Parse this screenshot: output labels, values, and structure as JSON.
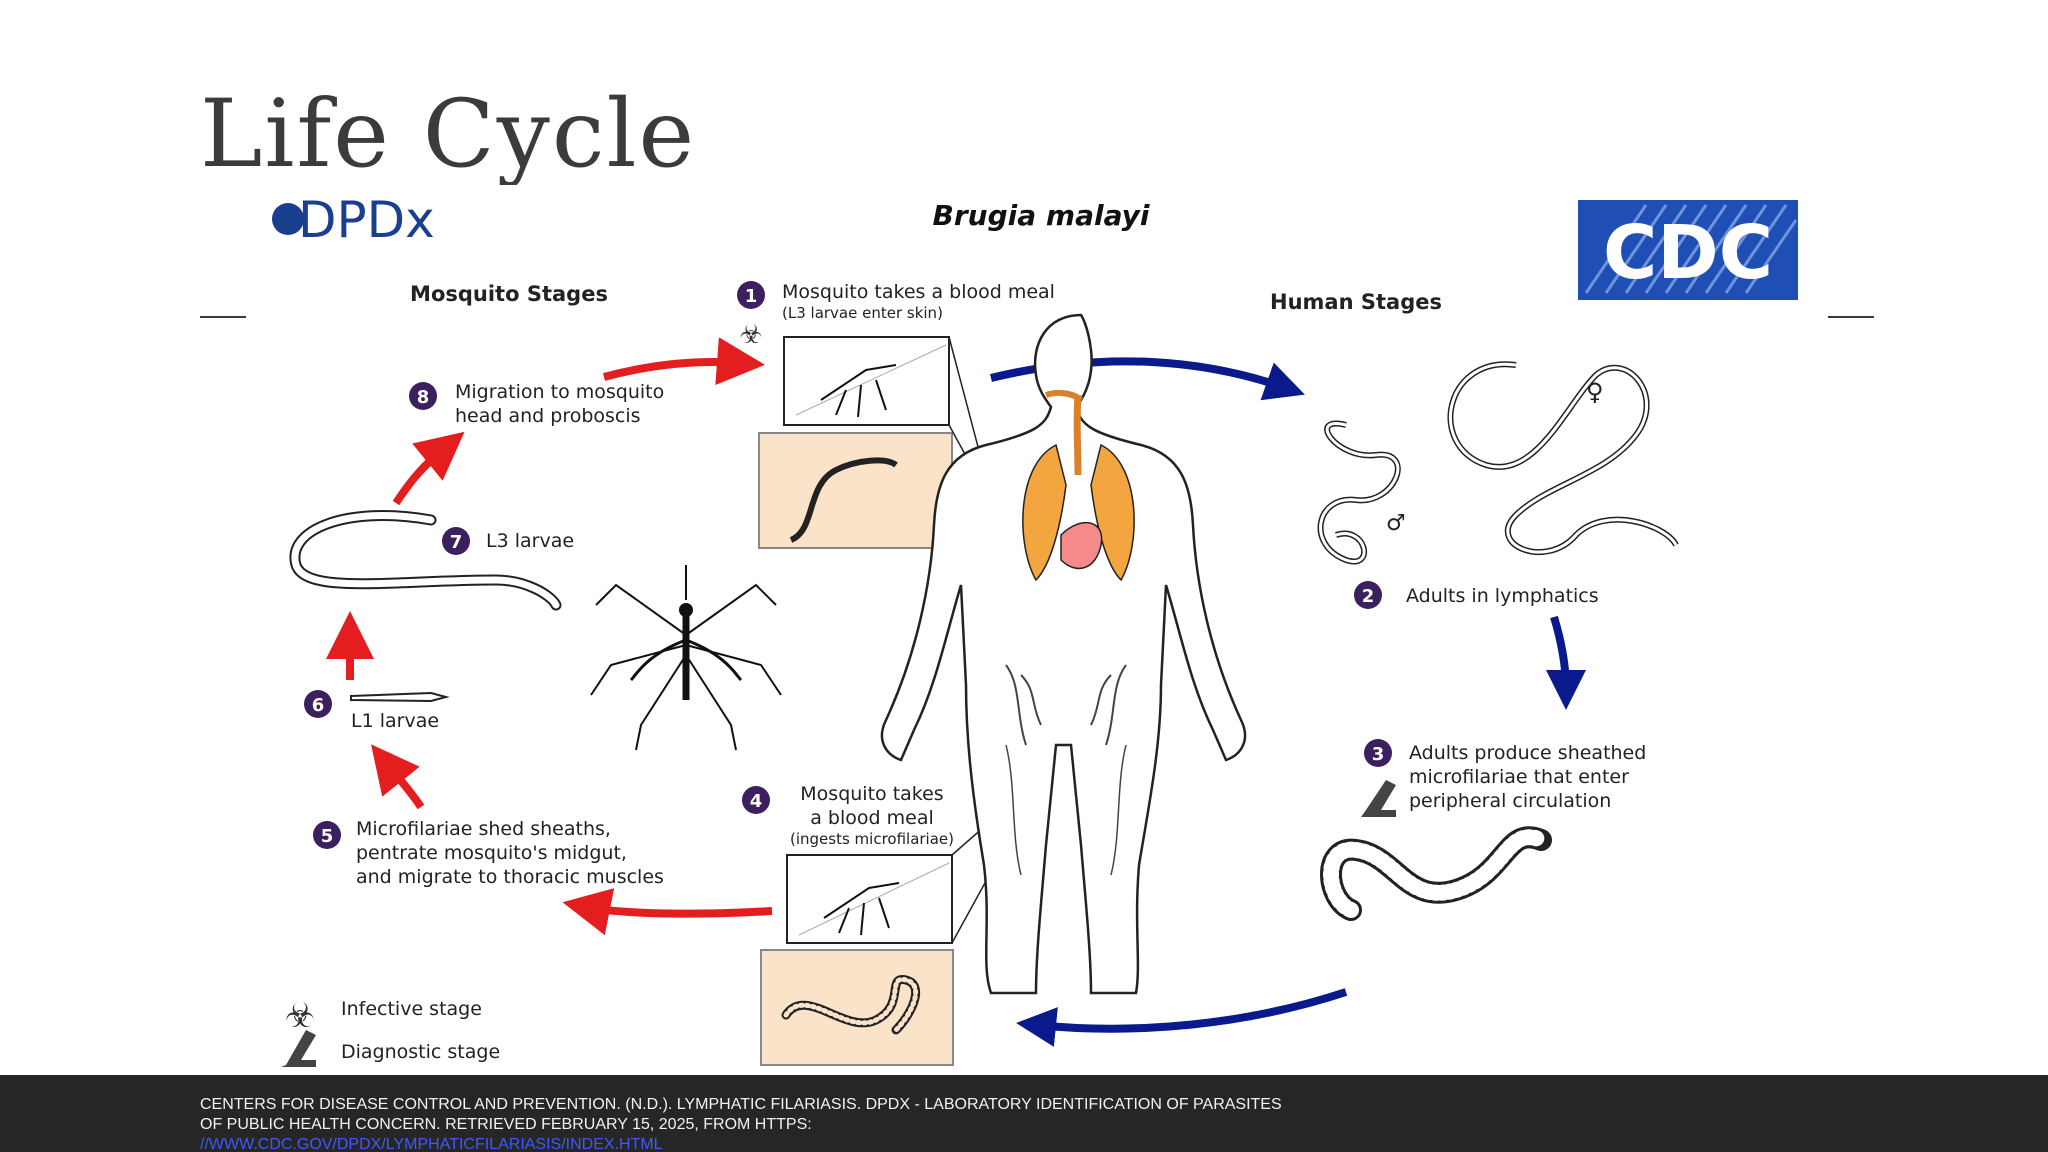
{
  "slide": {
    "title": "Life Cycle"
  },
  "figure": {
    "logo_left": "DPDx",
    "logo_right": "CDC",
    "title": "Brugia malayi",
    "section_mosquito": "Mosquito Stages",
    "section_human": "Human Stages",
    "steps": [
      {
        "num": "1",
        "text": "Mosquito takes a blood meal",
        "sub": "(L3 larvae enter skin)"
      },
      {
        "num": "2",
        "text": "Adults in lymphatics"
      },
      {
        "num": "3",
        "line1": "Adults produce sheathed",
        "line2": "microfilariae that enter",
        "line3": "peripheral circulation"
      },
      {
        "num": "4",
        "line1": "Mosquito takes",
        "line2": "a blood meal",
        "sub": "(ingests microfilariae)"
      },
      {
        "num": "5",
        "line1": "Microfilariae shed sheaths,",
        "line2": "pentrate mosquito's midgut,",
        "line3": "and migrate to thoracic muscles"
      },
      {
        "num": "6",
        "text": "L1 larvae"
      },
      {
        "num": "7",
        "text": "L3 larvae"
      },
      {
        "num": "8",
        "line1": "Migration to mosquito",
        "line2": "head and proboscis"
      }
    ],
    "legend": {
      "infective": "Infective stage",
      "diagnostic": "Diagnostic stage"
    },
    "symbols": {
      "male": "♂",
      "female": "♀",
      "biohazard": "☣"
    },
    "colors": {
      "step_circle": "#3b1f5e",
      "arrow_red": "#e41e1e",
      "arrow_blue": "#0a1a8c",
      "cdc_blue": "#1f4fb5",
      "dpdx_blue": "#1a3f8f",
      "inset_bg": "#fbe3c9",
      "lung": "#f3a540",
      "heart": "#f58a8a"
    }
  },
  "footer": {
    "citation_line1": "Centers for Disease Control and Prevention. (n.d.). Lymphatic filariasis. DPDx - Laboratory Identification of Parasites",
    "citation_line2": "of Public   Health Concern. Retrieved February 15, 2025, from https:",
    "citation_link": "//www.cdc.gov/dpdx/lymphaticfilariasis/index.html"
  }
}
